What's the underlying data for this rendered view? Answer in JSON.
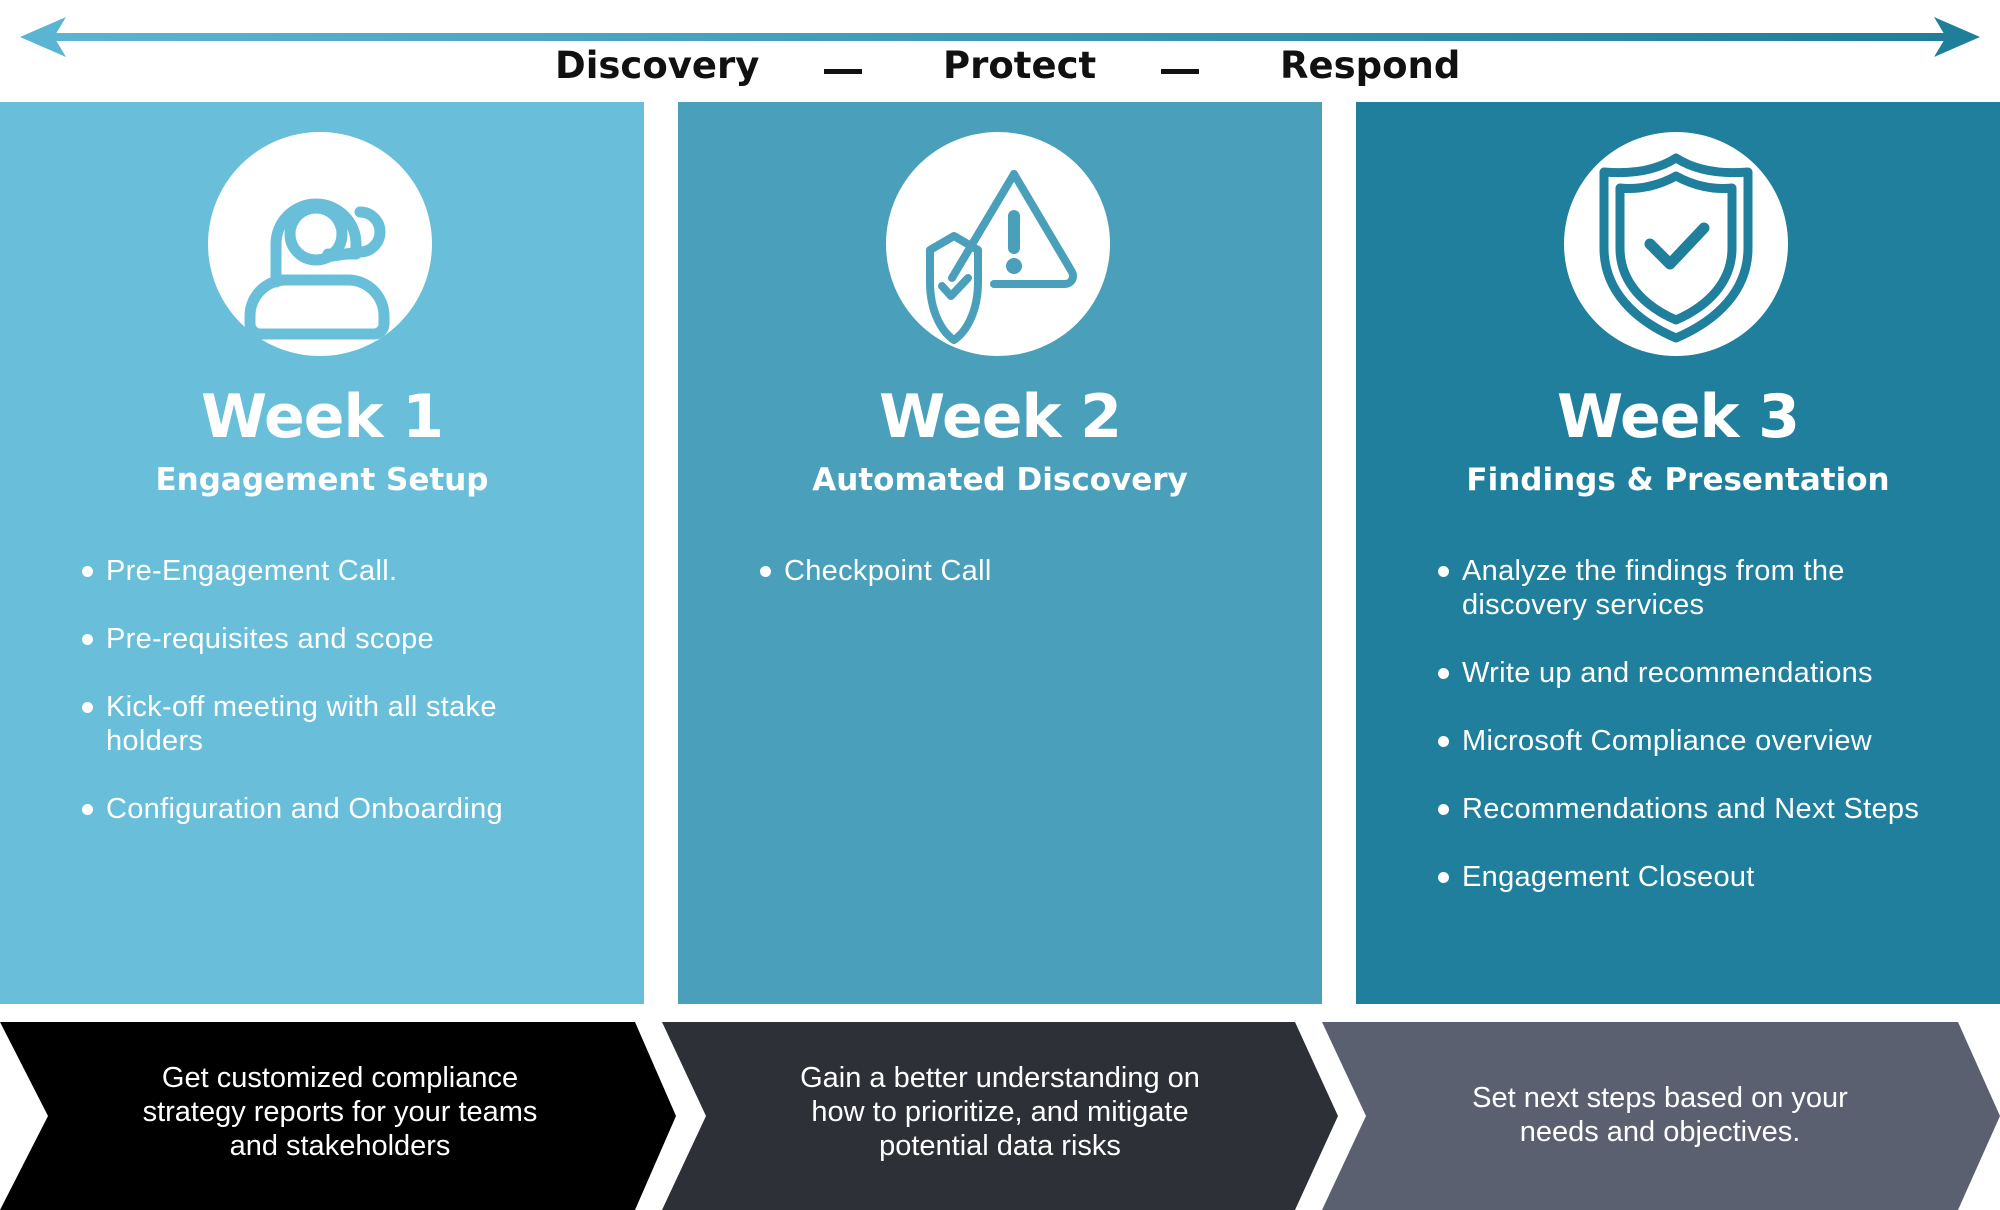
{
  "timeline": {
    "phases": [
      "Discovery",
      "Protect",
      "Respond"
    ],
    "colors": {
      "start": "#5ab5d2",
      "end": "#1f7e9a"
    }
  },
  "panels": [
    {
      "week": "Week 1",
      "subtitle": "Engagement Setup",
      "icon": "support-agent-icon",
      "color": "#69bfd9",
      "bullets": [
        "Pre-Engagement Call.",
        "Pre-requisites and scope",
        "Kick-off meeting with all stake holders",
        "Configuration and Onboarding"
      ]
    },
    {
      "week": "Week 2",
      "subtitle": "Automated Discovery",
      "icon": "shield-warning-icon",
      "color": "#4aa0bb",
      "bullets": [
        "Checkpoint Call"
      ]
    },
    {
      "week": "Week 3",
      "subtitle": "Findings & Presentation",
      "icon": "shield-check-icon",
      "color": "#1f7f9c",
      "bullets": [
        "Analyze the findings from the discovery services",
        "Write up and recommendations",
        "Microsoft Compliance overview",
        "Recommendations and Next Steps",
        "Engagement Closeout"
      ]
    }
  ],
  "outcomes": [
    {
      "text": "Get customized compliance strategy reports for your teams and stakeholders",
      "color": "#000000"
    },
    {
      "text": "Gain a better understanding on how to prioritize, and mitigate potential data risks",
      "color": "#2e3038"
    },
    {
      "text": "Set next steps based on your needs and objectives.",
      "color": "#5b6070"
    }
  ]
}
